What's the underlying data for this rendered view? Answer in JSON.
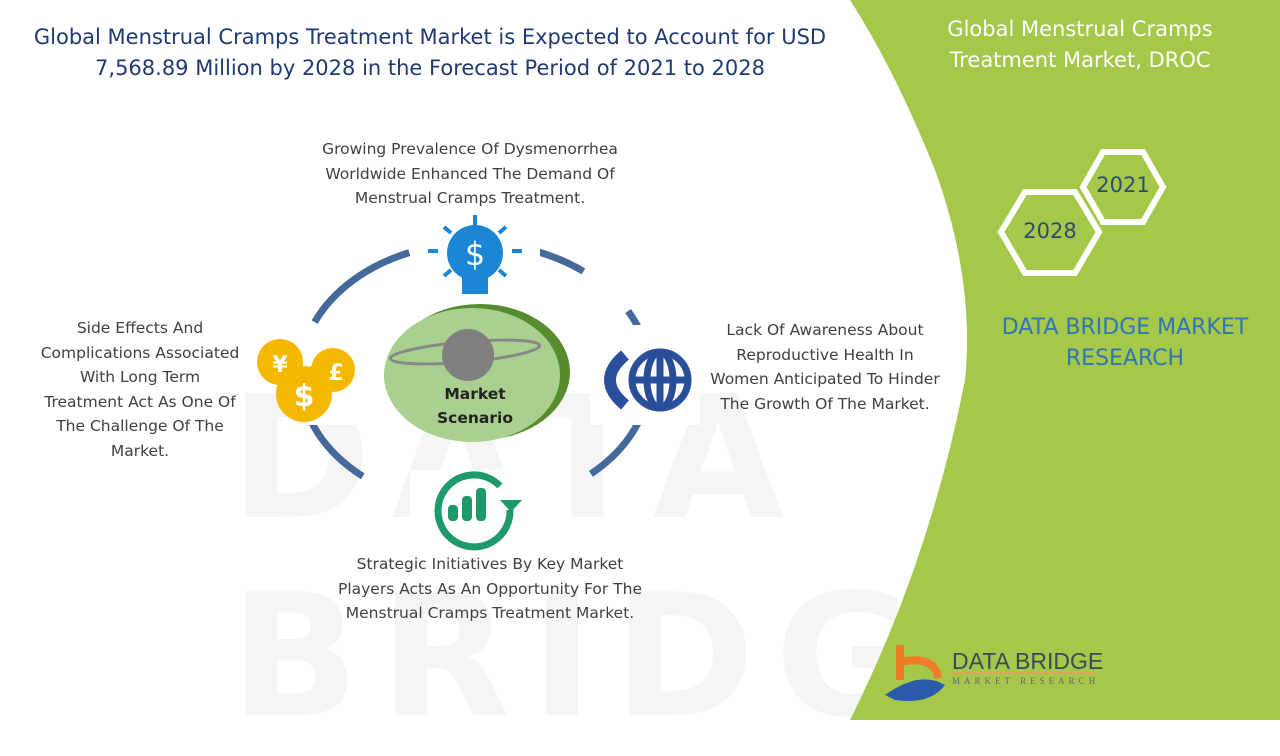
{
  "title": "Global Menstrual Cramps Treatment Market is Expected to Account for USD 7,568.89 Million by 2028 in the Forecast Period of 2021 to 2028",
  "side_panel": {
    "title": "Global Menstrual Cramps Treatment Market, DROC",
    "year_start": "2021",
    "year_end": "2028",
    "brand": "DATA BRIDGE MARKET RESEARCH"
  },
  "center": {
    "label": "Market Scenario"
  },
  "drivers": {
    "text": "Growing Prevalence Of Dysmenorrhea Worldwide Enhanced The Demand Of Menstrual Cramps Treatment."
  },
  "restraints": {
    "text": "Lack Of Awareness About Reproductive Health In Women Anticipated To Hinder The Growth Of The Market."
  },
  "opportunities": {
    "text": "Strategic Initiatives By Key Market Players Acts As An Opportunity For The Menstrual Cramps Treatment Market."
  },
  "challenges": {
    "text": "Side Effects And Complications Associated With Long Term Treatment Act As One Of The Challenge Of The Market."
  },
  "logo": {
    "name": "DATA BRIDGE",
    "sub": "MARKET RESEARCH"
  },
  "watermark": "DATA BRIDGE",
  "colors": {
    "green": "#a5c84a",
    "ring": "#44699a",
    "title": "#1f3a73",
    "bulb": "#1c86d6",
    "coins": "#f5b800",
    "chart": "#1e9a6a",
    "globe": "#2a4f9a"
  }
}
